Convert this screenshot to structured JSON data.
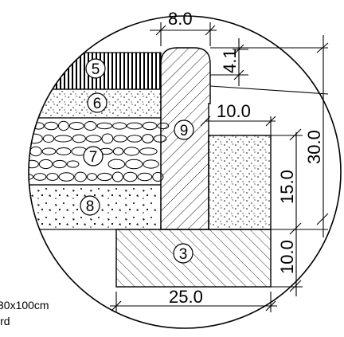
{
  "dimensions": {
    "cap_width": "8.0",
    "cap_radius": "4.1",
    "step_width": "10.0",
    "total_height": "30.0",
    "middle_height": "15.0",
    "base_height": "10.0",
    "base_width": "25.0"
  },
  "layer_markers": {
    "surface": "5",
    "upper_base": "6",
    "gravel": "7",
    "subbase": "8",
    "kerb": "9",
    "foundation": "3"
  },
  "note_lines": [
    "30x100cm",
    "ird"
  ]
}
